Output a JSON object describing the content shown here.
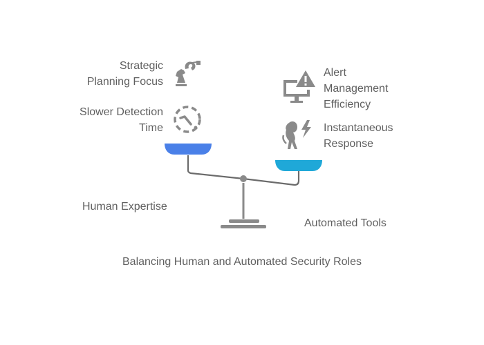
{
  "title": "Balancing Human and Automated Security Roles",
  "left_side": {
    "label": "Human Expertise",
    "color": "#4a80e8",
    "items": [
      {
        "line1": "Strategic",
        "line2": "Planning Focus",
        "icon": "chess-knight-robot-arm-icon"
      },
      {
        "line1": "Slower Detection",
        "line2": "Time",
        "icon": "dashed-clock-icon"
      }
    ]
  },
  "right_side": {
    "label": "Automated Tools",
    "color": "#1fa8d8",
    "items": [
      {
        "line1": "Alert",
        "line2": "Management",
        "line3": "Efficiency",
        "icon": "monitor-alert-icon"
      },
      {
        "line1": "Instantaneous",
        "line2": "Response",
        "icon": "lightning-figure-icon"
      }
    ]
  }
}
